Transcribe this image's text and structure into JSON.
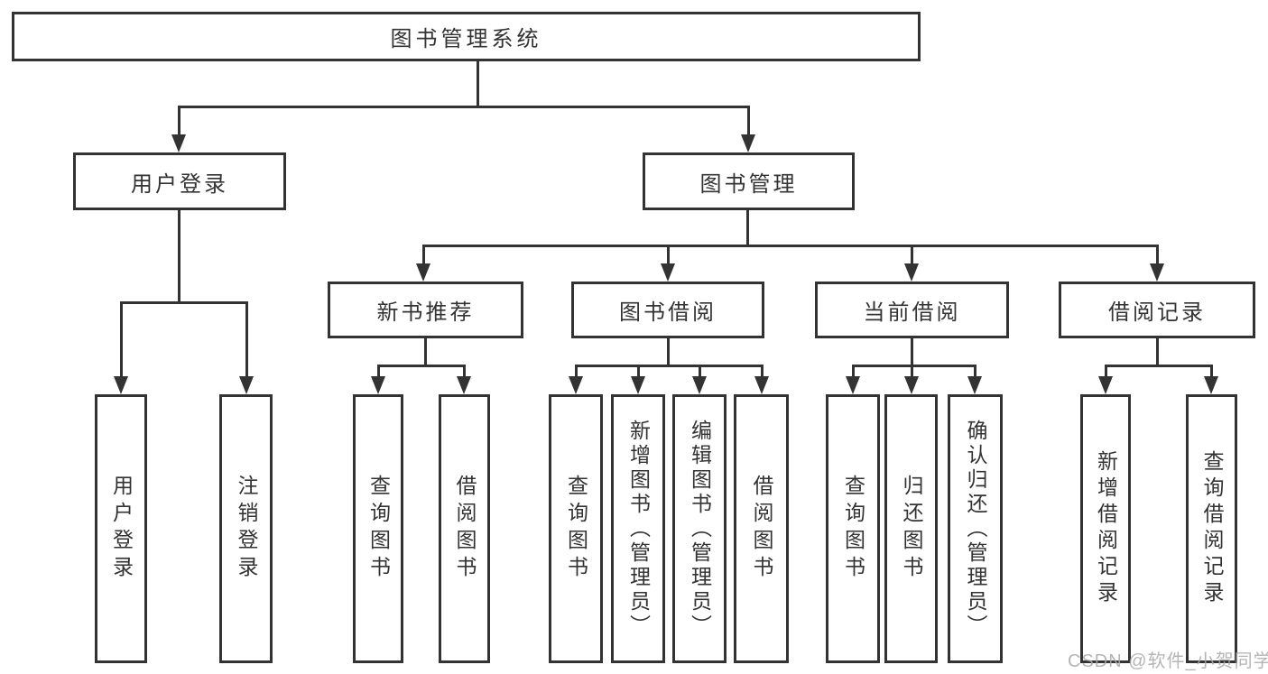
{
  "diagram": {
    "title": "图书管理系统",
    "root": {
      "label": "图书管理系统"
    },
    "level1": [
      {
        "label": "用户登录"
      },
      {
        "label": "图书管理"
      }
    ],
    "level2": [
      {
        "label": "新书推荐"
      },
      {
        "label": "图书借阅"
      },
      {
        "label": "当前借阅"
      },
      {
        "label": "借阅记录"
      }
    ],
    "leaves": {
      "user": [
        "用户登录",
        "注销登录"
      ],
      "newbook": [
        "查询图书",
        "借阅图书"
      ],
      "borrow": [
        "查询图书",
        "新增图书（管理员）",
        "编辑图书（管理员）",
        "借阅图书"
      ],
      "current": [
        "查询图书",
        "归还图书",
        "确认归还（管理员）"
      ],
      "records": [
        "新增借阅记录",
        "查询借阅记录"
      ]
    },
    "colors": {
      "line": "#333333",
      "text": "#333333",
      "background": "#ffffff",
      "watermark": "#a8a8a8"
    }
  },
  "watermark": {
    "text": "CSDN @软件_小贺同学"
  }
}
